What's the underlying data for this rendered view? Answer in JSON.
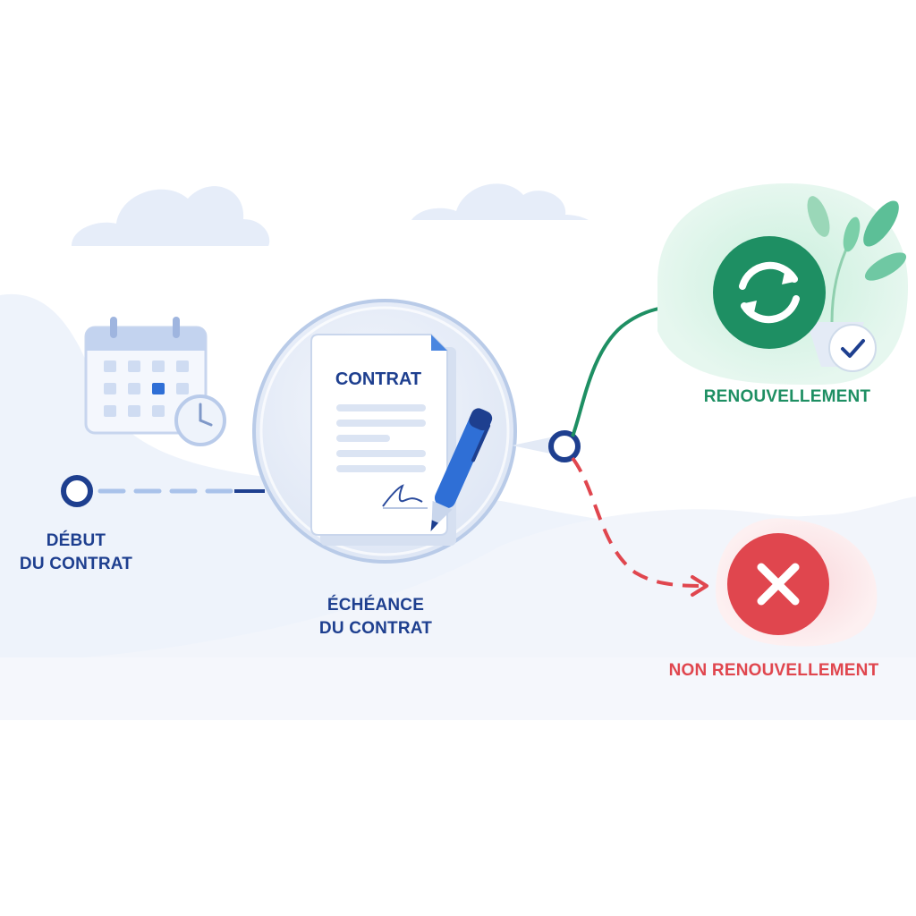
{
  "colors": {
    "navy": "#1e3f8f",
    "blue": "#2f6fd6",
    "green": "#1e8f63",
    "red": "#e0464e",
    "soft_blue": "#dde7f6",
    "mint": "#d9f2e6",
    "pink": "#fbe4e6"
  },
  "start": {
    "line1": "DÉBUT",
    "line2": "DU CONTRAT"
  },
  "document": {
    "title": "CONTRAT",
    "signature": "A"
  },
  "due": {
    "line1": "ÉCHÉANCE",
    "line2": "DU CONTRAT"
  },
  "renewal": {
    "label": "RENOUVELLEMENT",
    "icon": "refresh-icon",
    "badge_icon": "check-icon"
  },
  "non_renewal": {
    "label": "NON RENOUVELLEMENT",
    "icon": "close-x-icon"
  }
}
